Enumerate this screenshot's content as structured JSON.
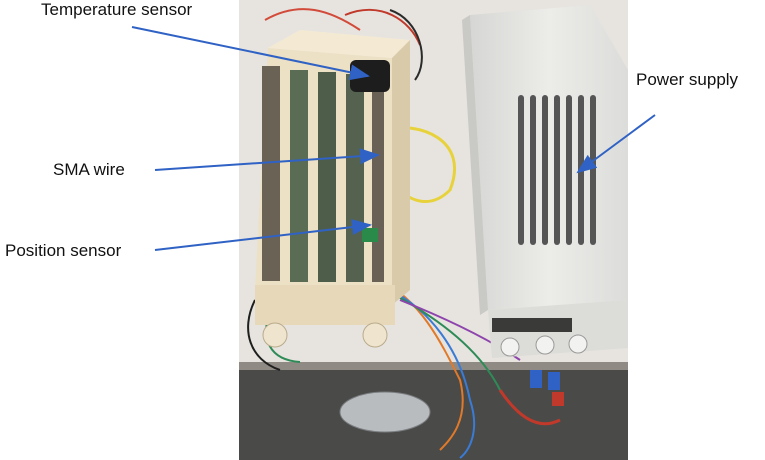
{
  "figure": {
    "labels": {
      "temperature_sensor": "Temperature sensor",
      "sma_wire": "SMA wire",
      "position_sensor": "Position sensor",
      "power_supply": "Power supply"
    },
    "colors": {
      "arrow": "#2f62c4",
      "frame": "#e9dcc0",
      "psu_body": "#e3e3e1",
      "background": "#ffffff"
    }
  }
}
